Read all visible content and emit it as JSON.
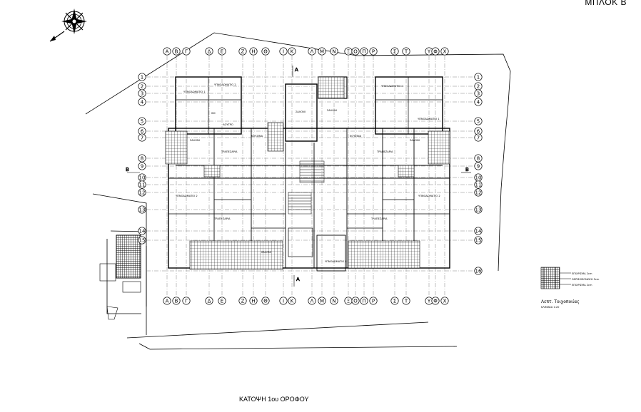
{
  "header": {
    "block_label": "ΜΠΛΟΚ Β"
  },
  "footer": {
    "floor_title": "ΚΑΤΟΨΗ 1ου ΟΡΟΦΟΥ"
  },
  "grid": {
    "column_labels": [
      "A",
      "B",
      "Γ",
      "Δ",
      "E",
      "Z",
      "H",
      "Θ",
      "I",
      "K",
      "Λ",
      "M",
      "N",
      "Ξ",
      "O",
      "Π",
      "P",
      "Σ",
      "T",
      "Y",
      "Φ",
      "X"
    ],
    "row_labels": [
      "1",
      "2",
      "3",
      "4",
      "5",
      "6",
      "7",
      "8",
      "9",
      "10",
      "11",
      "12",
      "13",
      "14",
      "15",
      "16"
    ]
  },
  "section_marks": {
    "a": "A",
    "b": "B"
  },
  "legend": {
    "lines": [
      "ΕΠΙΧΡΙΣΜΑ 2cm",
      "ΘΕΡΜΟΜΟΝΩΣΗ 5cm",
      "ΕΠΙΧΡΙΣΜΑ 2cm"
    ],
    "caption": "Λεπτ. Τοιχοποιίας",
    "scale": "ΚΛΙΜΑΚΑ 1:20"
  },
  "rooms": {
    "bedroom1": "ΥΠΝΟΔΩΜΑΤΙΟ 1",
    "bedroom2": "ΥΠΝΟΔΩΜΑΤΙΟ 2",
    "kitchen": "ΚΟΥΖΙΝΑ",
    "living": "ΣΑΛΟΝΙ",
    "dining": "ΤΡΑΠΕΖΑΡΙΑ",
    "wc": "WC",
    "bath": "ΛΟΥΤΡΟ"
  },
  "colors": {
    "ink": "#000000",
    "paper": "#ffffff",
    "hatch": "#222222"
  },
  "icons": {
    "compass": "north-arrow-compass-icon"
  }
}
